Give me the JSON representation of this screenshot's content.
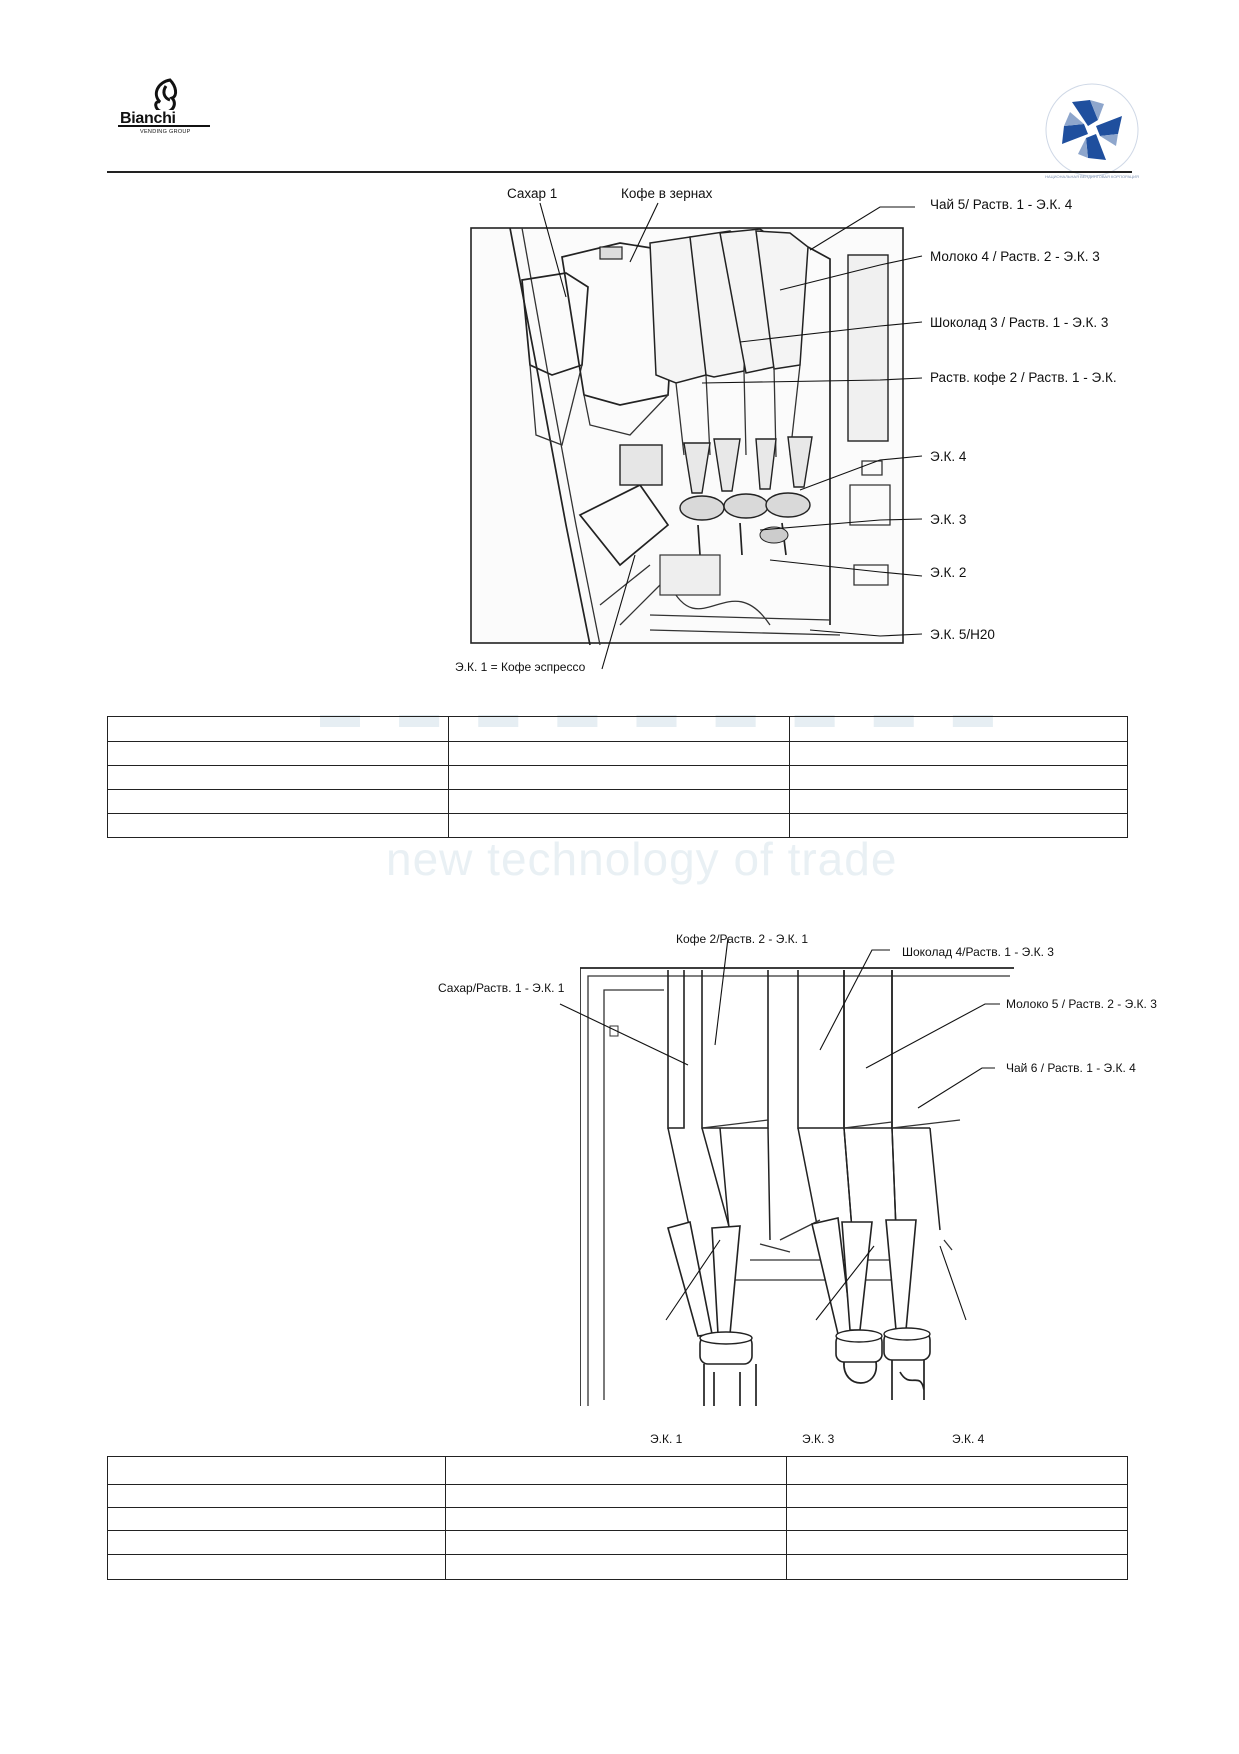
{
  "header": {
    "brand_name": "Bianchi",
    "brand_subtitle": "VENDING GROUP",
    "seal_text": "НАЦИОНАЛЬНАЯ ВЕНДИНГОВАЯ КОРПОРАЦИЯ"
  },
  "watermark": {
    "tagline": "new technology of trade"
  },
  "figure1": {
    "labels": {
      "sugar": "Сахар 1",
      "beans": "Кофе в зернах",
      "tea": "Чай 5/ Раств. 1 - Э.К. 4",
      "milk": "Молоко 4 / Раств. 2 - Э.К. 3",
      "choc": "Шоколад 3 / Раств. 1 - Э.К. 3",
      "inst": "Раств. кофе 2 / Раств. 1 - Э.К.",
      "ek4": "Э.К. 4",
      "ek3": "Э.К. 3",
      "ek2": "Э.К. 2",
      "ek5": "Э.К. 5/H20",
      "ek1": "Э.К. 1 = Кофе эспрессо"
    }
  },
  "figure2": {
    "labels": {
      "coffee": "Кофе 2/Раств. 2 - Э.К. 1",
      "choc": "Шоколад 4/Раств. 1 - Э.К. 3",
      "sugar": "Сахар/Раств. 1 - Э.К. 1",
      "milk": "Молоко 5 / Раств. 2 - Э.К. 3",
      "tea": "Чай 6 / Раств. 1 - Э.К. 4",
      "ek1": "Э.К. 1",
      "ek3": "Э.К. 3",
      "ek4": "Э.К. 4"
    }
  },
  "table1": {
    "rows": 5,
    "cols": 3
  },
  "table2": {
    "rows": 5,
    "cols": 3
  }
}
